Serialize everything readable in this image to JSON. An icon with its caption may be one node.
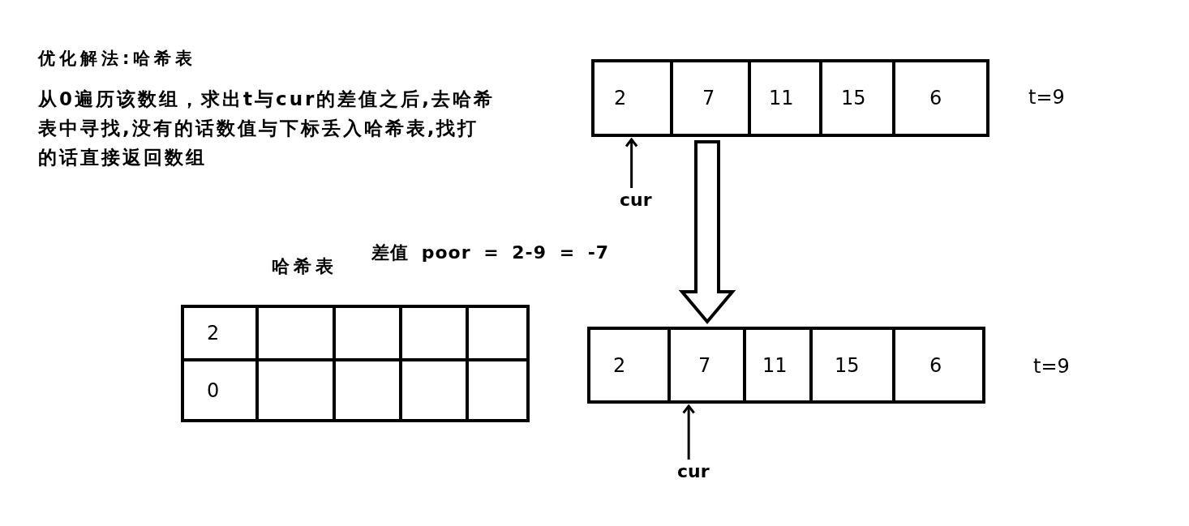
{
  "diagram": {
    "title": "优化解法:哈希表",
    "nodes": [
      {
        "text": [],
        "shape": "box",
        "beside": [
          "t=9"
        ]
      },
      {
        "text": [
          "2"
        ],
        "in": 0
      },
      {
        "text": [
          "7"
        ],
        "in": 0
      },
      {
        "text": [
          "11"
        ],
        "in": 0
      },
      {
        "text": [
          "15"
        ],
        "in": 0
      },
      {
        "text": [
          "6"
        ],
        "in": 0
      },
      {
        "text": [
          "cur"
        ]
      },
      {
        "text": [
          "哈希表"
        ]
      },
      {
        "text": [
          "2"
        ],
        "in": 7
      },
      {
        "text": [],
        "shape": "box",
        "in": 7
      },
      {
        "text": [],
        "shape": "box",
        "in": 7
      },
      {
        "text": [],
        "shape": "box",
        "in": 7
      },
      {
        "text": [],
        "shape": "box",
        "in": 7
      },
      {
        "text": [
          "0"
        ],
        "in": 7
      },
      {
        "text": [],
        "shape": "box",
        "in": 7
      },
      {
        "text": [],
        "shape": "box",
        "in": 7
      },
      {
        "text": [],
        "shape": "box",
        "in": 7
      },
      {
        "text": [],
        "shape": "box",
        "in": 7
      },
      {
        "text": [],
        "shape": "box",
        "beside": [
          "t=9"
        ]
      },
      {
        "text": [
          "2"
        ],
        "in": 18
      },
      {
        "text": [
          "7"
        ],
        "in": 18
      },
      {
        "text": [
          "11"
        ],
        "in": 18
      },
      {
        "text": [
          "15"
        ],
        "in": 18
      },
      {
        "text": [
          "6"
        ],
        "in": 18
      },
      {
        "text": [
          "cur"
        ]
      }
    ],
    "edges": [
      {
        "from": 6,
        "to": 1,
        "arrow": "to"
      },
      {
        "from": 0,
        "to": 18,
        "arrow": "to",
        "style": "thick"
      },
      {
        "from": 24,
        "to": 20,
        "arrow": "to"
      }
    ],
    "labels": [
      "从0遍历该数组，求出t与cur的差值之后,去哈希表中寻找,没有的话数值与下标丢入哈希表,找打的话直接返回数组",
      "差值 poor = 2-9 = -7"
    ]
  }
}
